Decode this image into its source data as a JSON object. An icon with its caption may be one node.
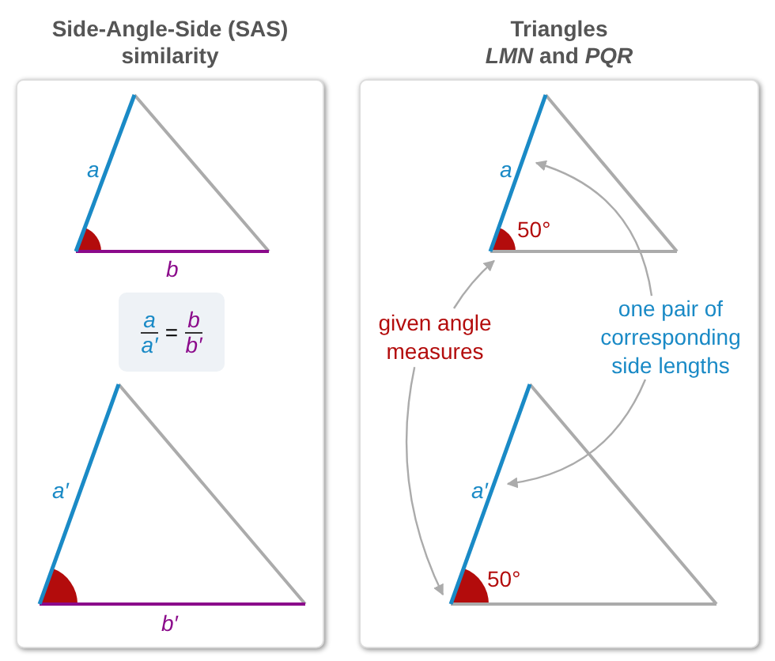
{
  "diagram": {
    "nodes": [
      {
        "text": [
          "Side-Angle-Side (SAS) similarity"
        ]
      },
      {
        "text": [],
        "shape": "triangle",
        "in": 0
      },
      {
        "text": [
          "a",
          "a′",
          "=",
          "b",
          "b′"
        ],
        "in": 0
      },
      {
        "text": [],
        "shape": "triangle",
        "in": 0
      },
      {
        "text": [
          "Triangles *LMN* and *PQR*"
        ]
      },
      {
        "text": [],
        "shape": "triangle",
        "in": 4
      },
      {
        "text": [],
        "shape": "triangle",
        "in": 4
      },
      {
        "text": [
          "given angle measures"
        ],
        "in": 4
      },
      {
        "text": [
          "one pair of corresponding side lengths"
        ],
        "in": 4
      }
    ],
    "edges": [
      {
        "from": 7,
        "to": 5,
        "arrow": "to"
      },
      {
        "from": 7,
        "to": 6,
        "arrow": "to"
      },
      {
        "from": 8,
        "to": 5,
        "arrow": "to"
      },
      {
        "from": 8,
        "to": 6,
        "arrow": "to"
      }
    ],
    "labels": [
      "a",
      "b",
      "a′",
      "b′",
      "a",
      "50°",
      "a′",
      "50°"
    ]
  }
}
